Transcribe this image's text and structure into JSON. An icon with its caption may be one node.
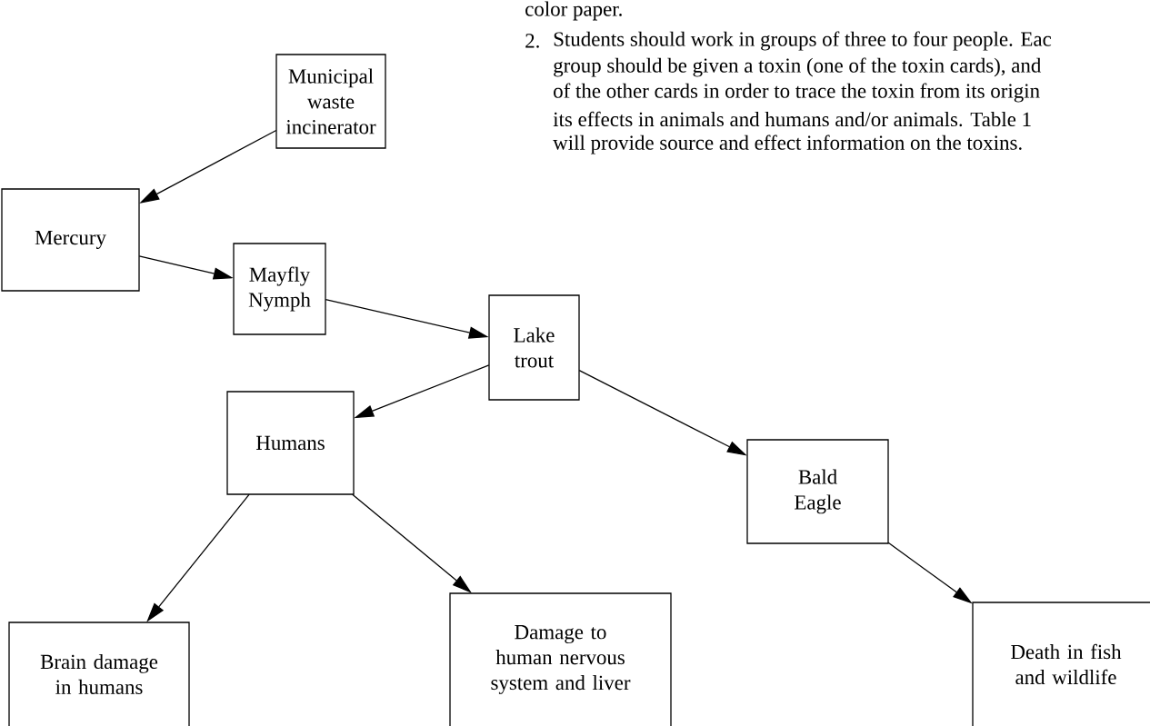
{
  "diagram": {
    "nodes": [
      {
        "text": [
          "Municipal waste incinerator"
        ]
      },
      {
        "text": [
          "Mercury"
        ]
      },
      {
        "text": [
          "Mayfly Nymph"
        ]
      },
      {
        "text": [
          "Lake trout"
        ]
      },
      {
        "text": [
          "Humans"
        ]
      },
      {
        "text": [
          "Bald Eagle"
        ]
      },
      {
        "text": [
          "Brain damage in humans"
        ]
      },
      {
        "text": [
          "Damage to human nervous system and liver"
        ]
      },
      {
        "text": [
          "Death in fish and wildlife"
        ]
      }
    ],
    "edges": [
      {
        "from": 0,
        "to": 1,
        "arrow": "to"
      },
      {
        "from": 1,
        "to": 2,
        "arrow": "to"
      },
      {
        "from": 2,
        "to": 3,
        "arrow": "to"
      },
      {
        "from": 3,
        "to": 4,
        "arrow": "to"
      },
      {
        "from": 3,
        "to": 5,
        "arrow": "to"
      },
      {
        "from": 4,
        "to": 6,
        "arrow": "to"
      },
      {
        "from": 4,
        "to": 7,
        "arrow": "to"
      },
      {
        "from": 5,
        "to": 8,
        "arrow": "to"
      }
    ],
    "labels": [
      "color paper.",
      "2.",
      "Students should work in groups of three to four people. Eac",
      "group should be given a toxin (one of the toxin cards), and",
      "of the other cards in order to trace the toxin from its origin",
      "its effects in animals and humans and/or animals.  Table 1",
      "will provide source and effect information on the toxins."
    ]
  }
}
